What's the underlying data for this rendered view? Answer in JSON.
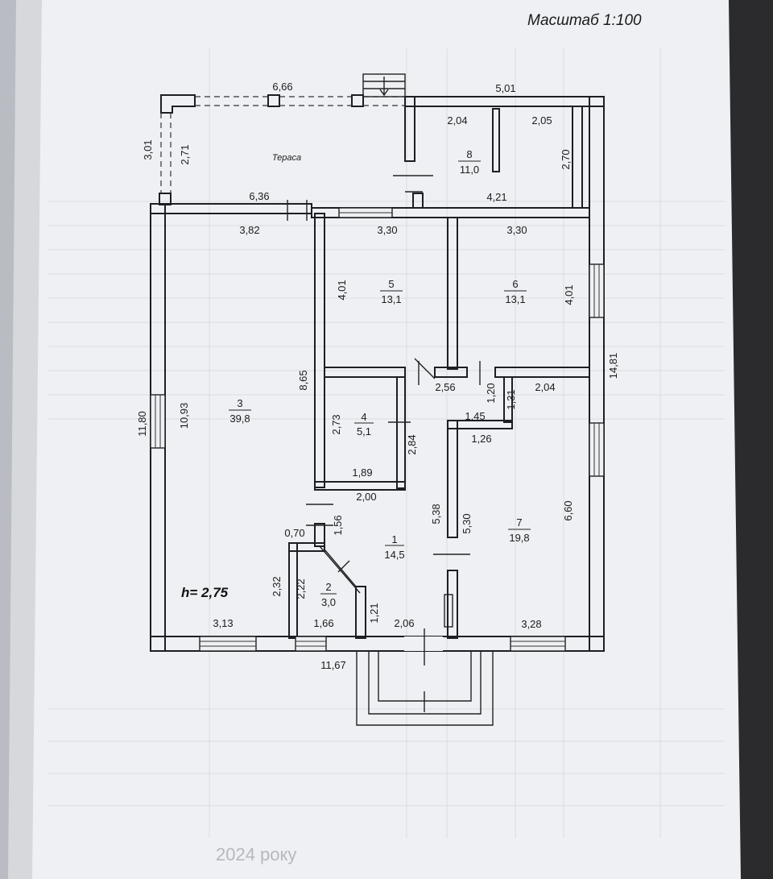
{
  "header": {
    "scale_label": "Масштаб 1:100"
  },
  "ceiling_height": "h= 2,75",
  "terrace_label": "Тераса",
  "footer_text": "2024 року",
  "rooms": [
    {
      "number": "1",
      "area": "14,5"
    },
    {
      "number": "2",
      "area": "3,0"
    },
    {
      "number": "3",
      "area": "39,8"
    },
    {
      "number": "4",
      "area": "5,1"
    },
    {
      "number": "5",
      "area": "13,1"
    },
    {
      "number": "6",
      "area": "13,1"
    },
    {
      "number": "7",
      "area": "19,8"
    },
    {
      "number": "8",
      "area": "11,0"
    }
  ],
  "dimensions": [
    "6,66",
    "5,01",
    "3,01",
    "2,71",
    "2,04",
    "2,05",
    "2,70",
    "4,21",
    "6,36",
    "3,82",
    "3,30",
    "3,30",
    "4,01",
    "4,01",
    "14,81",
    "8,65",
    "11,80",
    "10,93",
    "2,56",
    "1,20",
    "1,31",
    "2,04",
    "2,73",
    "2,84",
    "1,45",
    "1,26",
    "1,89",
    "2,00",
    "5,38",
    "5,30",
    "6,60",
    "0,70",
    "1,56",
    "2,32",
    "2,22",
    "1,21",
    "3,13",
    "1,66",
    "2,06",
    "3,28",
    "11,67"
  ]
}
